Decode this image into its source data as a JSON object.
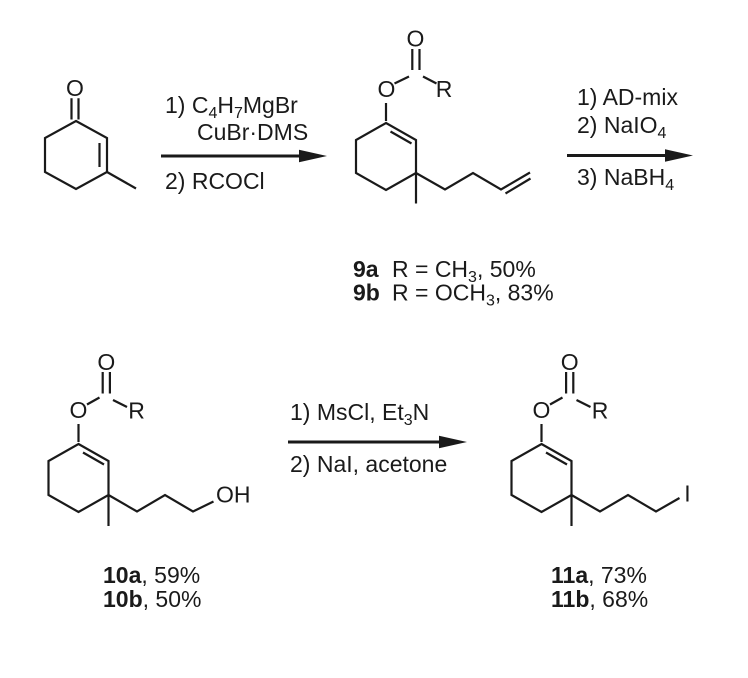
{
  "figure": {
    "type": "chemical-reaction-scheme"
  },
  "colors": {
    "ink": "#1a1a1a",
    "background": "#ffffff"
  },
  "atoms": {
    "oxygen": "O",
    "r_group": "R",
    "hydroxyl": "OH",
    "iodine": "I"
  },
  "reagents": {
    "step1": {
      "line1": {
        "p0": "1) C",
        "sub0": "4",
        "p1": "H",
        "sub1": "7",
        "p2": "MgBr"
      },
      "line2": "CuBr·DMS",
      "line3": "2) RCOCl"
    },
    "step2": {
      "line1": "1) AD-mix",
      "line2": {
        "p0": "2) NaIO",
        "sub0": "4"
      },
      "line3": {
        "p0": "3) NaBH",
        "sub0": "4"
      }
    },
    "step3": {
      "line1": {
        "p0": "1) MsCl, Et",
        "sub0": "3",
        "p1": "N"
      },
      "line2": "2) NaI, acetone"
    }
  },
  "labels": {
    "c9a": {
      "id": "9a",
      "r0": "R = CH",
      "sub0": "3",
      "r1": ", 50%"
    },
    "c9b": {
      "id": "9b",
      "r0": "R = OCH",
      "sub0": "3",
      "r1": ", 83%"
    },
    "c10a": {
      "id": "10a",
      "yield": ", 59%"
    },
    "c10b": {
      "id": "10b",
      "yield": ", 50%"
    },
    "c11a": {
      "id": "11a",
      "yield": ", 73%"
    },
    "c11b": {
      "id": "11b",
      "yield": ", 68%"
    }
  }
}
